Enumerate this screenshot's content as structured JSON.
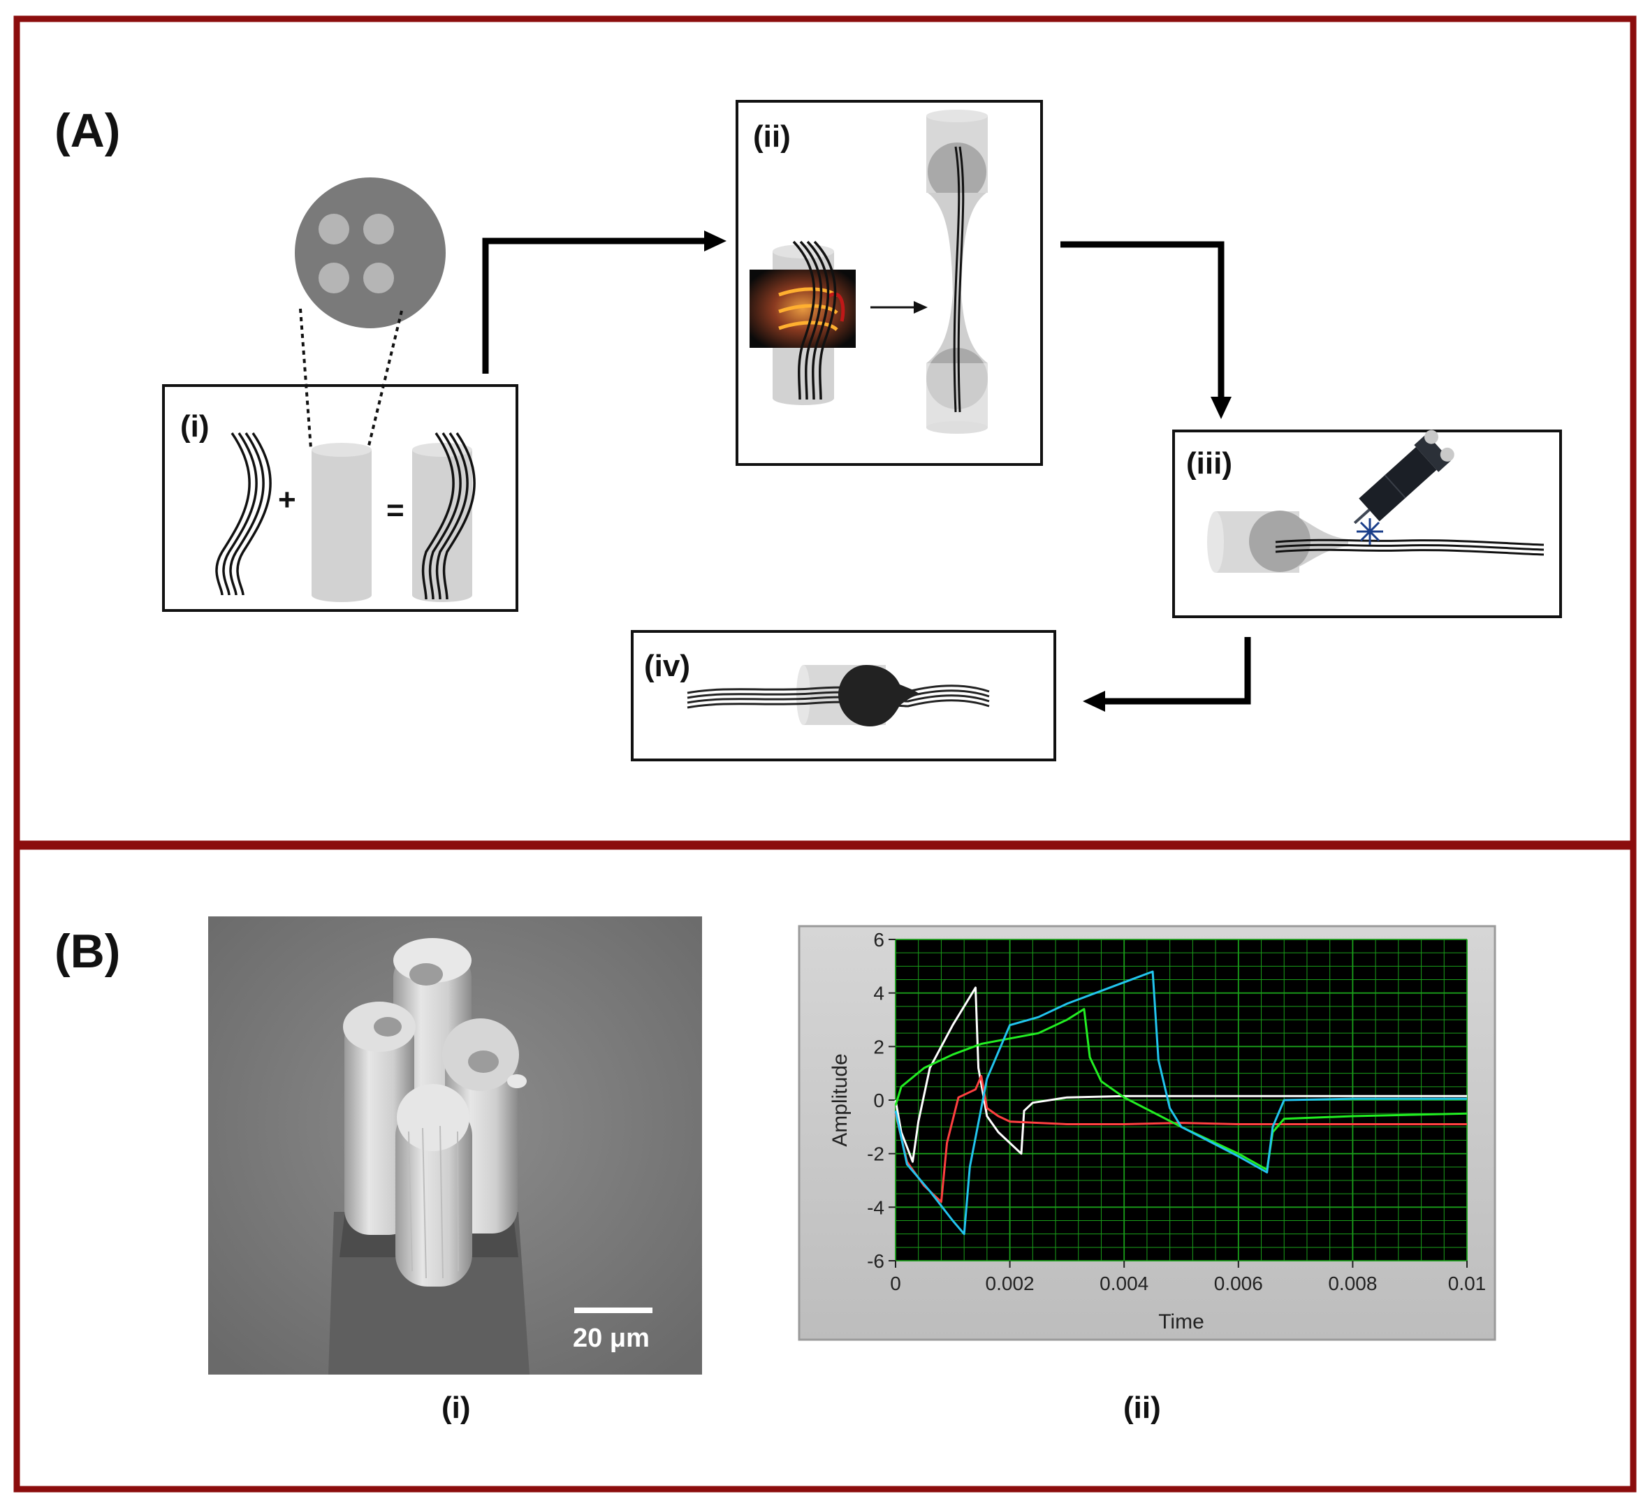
{
  "panels": {
    "A": {
      "label": "(A)",
      "steps": {
        "i": {
          "label": "(i)",
          "plus": "+",
          "equals": "="
        },
        "ii": {
          "label": "(ii)"
        },
        "iii": {
          "label": "(iii)"
        },
        "iv": {
          "label": "(iv)"
        }
      }
    },
    "B": {
      "label": "(B)",
      "sub_i": {
        "label": "(i)",
        "scale_bar": "20 μm"
      },
      "sub_ii": {
        "label": "(ii)"
      }
    }
  },
  "colors": {
    "frame": "#8b0d0d",
    "plot_bg": "#000000",
    "grid": "#1aa01a",
    "panel_bg": "#c8c8c8",
    "white": "#ffffff",
    "red": "#ff4040",
    "green": "#22ee22",
    "cyan": "#22c4ee"
  },
  "chart_data": {
    "type": "line",
    "xlabel": "Time",
    "ylabel": "Amplitude",
    "xlim": [
      0,
      0.01
    ],
    "ylim": [
      -6,
      6
    ],
    "x_ticks": [
      "0",
      "0.002",
      "0.004",
      "0.006",
      "0.008",
      "0.01"
    ],
    "y_ticks": [
      "6",
      "4",
      "2",
      "0",
      "-2",
      "-4",
      "-6"
    ],
    "grid": true,
    "series": [
      {
        "color": "white",
        "x": [
          0,
          0.0001,
          0.0003,
          0.0004,
          0.0006,
          0.001,
          0.0014,
          0.00145,
          0.0016,
          0.0018,
          0.0022,
          0.00225,
          0.0024,
          0.003,
          0.004,
          0.0045,
          0.006,
          0.0075,
          0.01
        ],
        "y": [
          0,
          -1.2,
          -2.3,
          -0.8,
          1.2,
          2.8,
          4.2,
          1.2,
          -0.6,
          -1.2,
          -2.0,
          -0.4,
          -0.1,
          0.1,
          0.15,
          0.15,
          0.15,
          0.15,
          0.15
        ]
      },
      {
        "color": "red",
        "x": [
          0,
          0.0002,
          0.0005,
          0.0008,
          0.0009,
          0.0011,
          0.0014,
          0.0015,
          0.0016,
          0.0018,
          0.002,
          0.003,
          0.004,
          0.005,
          0.006,
          0.0066,
          0.0067,
          0.008,
          0.01
        ],
        "y": [
          -0.5,
          -2.3,
          -3.2,
          -3.8,
          -1.6,
          0.1,
          0.4,
          0.9,
          -0.3,
          -0.6,
          -0.8,
          -0.9,
          -0.9,
          -0.85,
          -0.9,
          -0.9,
          -0.9,
          -0.9,
          -0.9
        ]
      },
      {
        "color": "green",
        "x": [
          0,
          0.0001,
          0.0005,
          0.001,
          0.0015,
          0.002,
          0.0025,
          0.003,
          0.0033,
          0.0034,
          0.0036,
          0.004,
          0.005,
          0.006,
          0.0065,
          0.0066,
          0.0068,
          0.008,
          0.01
        ],
        "y": [
          -0.2,
          0.5,
          1.2,
          1.7,
          2.1,
          2.3,
          2.5,
          3.0,
          3.4,
          1.6,
          0.7,
          0.1,
          -1.0,
          -2.0,
          -2.6,
          -1.2,
          -0.7,
          -0.6,
          -0.5
        ]
      },
      {
        "color": "cyan",
        "x": [
          0,
          0.0002,
          0.0006,
          0.001,
          0.0012,
          0.0013,
          0.0016,
          0.0018,
          0.002,
          0.0025,
          0.003,
          0.004,
          0.0045,
          0.0046,
          0.0048,
          0.005,
          0.006,
          0.0065,
          0.0066,
          0.0068,
          0.008,
          0.01
        ],
        "y": [
          -0.4,
          -2.4,
          -3.4,
          -4.5,
          -5.0,
          -2.5,
          0.8,
          1.8,
          2.8,
          3.1,
          3.6,
          4.4,
          4.8,
          1.5,
          -0.3,
          -1.0,
          -2.1,
          -2.7,
          -1.0,
          0.0,
          0.05,
          0.05
        ]
      }
    ]
  }
}
